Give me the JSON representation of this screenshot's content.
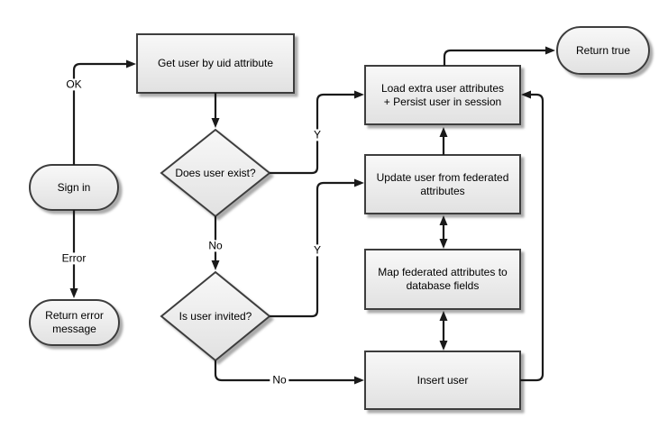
{
  "diagram": {
    "nodes": {
      "sign_in": {
        "label": "Sign in",
        "type": "terminator"
      },
      "get_user": {
        "label": "Get user by uid attribute",
        "type": "process"
      },
      "does_exist": {
        "label": "Does user exist?",
        "type": "decision"
      },
      "is_invited": {
        "label": "Is user invited?",
        "type": "decision"
      },
      "return_error": {
        "label": "Return error\nmessage",
        "type": "terminator"
      },
      "return_true": {
        "label": "Return true",
        "type": "terminator"
      },
      "load_extra": {
        "label": "Load extra user attributes\n+ Persist user in session",
        "type": "process"
      },
      "update_user": {
        "label": "Update user from federated\nattributes",
        "type": "process"
      },
      "map_fed": {
        "label": "Map federated attributes to\ndatabase fields",
        "type": "process"
      },
      "insert_user": {
        "label": "Insert user",
        "type": "process"
      }
    },
    "edge_labels": {
      "ok": "OK",
      "error": "Error",
      "exist_yes": "Y",
      "exist_no": "No",
      "invited_yes": "Y",
      "invited_no": "No"
    },
    "colors": {
      "background": "#ffffff",
      "line": "#1a1a1a",
      "node_border": "#3d3d3d",
      "node_fill_top": "#f7f7f7",
      "node_fill_bottom": "#e1e1e1",
      "shadow": "#a3a3a3",
      "text": "#000000"
    }
  }
}
